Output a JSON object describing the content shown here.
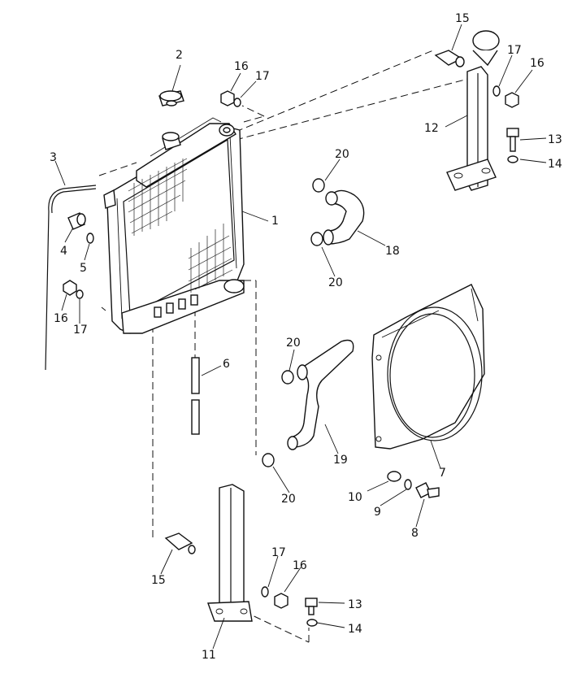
{
  "diagram": {
    "callouts": [
      {
        "id": "c2",
        "text": "2"
      },
      {
        "id": "c16a",
        "text": "16"
      },
      {
        "id": "c17a",
        "text": "17"
      },
      {
        "id": "c15a",
        "text": "15"
      },
      {
        "id": "c17b",
        "text": "17"
      },
      {
        "id": "c16b",
        "text": "16"
      },
      {
        "id": "c12",
        "text": "12"
      },
      {
        "id": "c13a",
        "text": "13"
      },
      {
        "id": "c14a",
        "text": "14"
      },
      {
        "id": "c3",
        "text": "3"
      },
      {
        "id": "c20a",
        "text": "20"
      },
      {
        "id": "c1",
        "text": "1"
      },
      {
        "id": "c4",
        "text": "4"
      },
      {
        "id": "c5",
        "text": "5"
      },
      {
        "id": "c18",
        "text": "18"
      },
      {
        "id": "c20b",
        "text": "20"
      },
      {
        "id": "c16c",
        "text": "16"
      },
      {
        "id": "c17c",
        "text": "17"
      },
      {
        "id": "c20c",
        "text": "20"
      },
      {
        "id": "c6",
        "text": "6"
      },
      {
        "id": "c19",
        "text": "19"
      },
      {
        "id": "c7",
        "text": "7"
      },
      {
        "id": "c20d",
        "text": "20"
      },
      {
        "id": "c10",
        "text": "10"
      },
      {
        "id": "c9",
        "text": "9"
      },
      {
        "id": "c8",
        "text": "8"
      },
      {
        "id": "c15b",
        "text": "15"
      },
      {
        "id": "c17d",
        "text": "17"
      },
      {
        "id": "c16d",
        "text": "16"
      },
      {
        "id": "c13b",
        "text": "13"
      },
      {
        "id": "c14b",
        "text": "14"
      },
      {
        "id": "c11",
        "text": "11"
      }
    ]
  }
}
